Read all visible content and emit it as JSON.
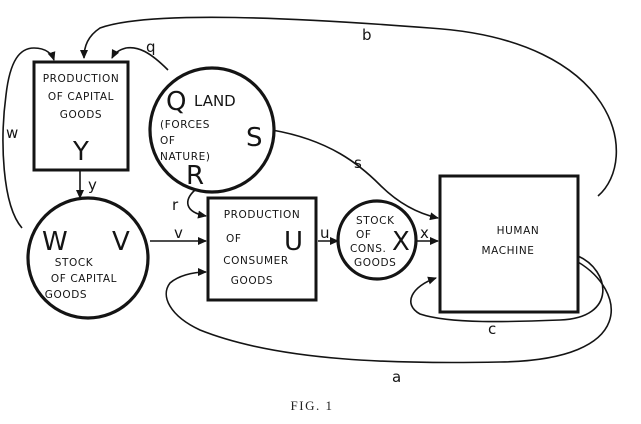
{
  "nodes": {
    "capital_production": {
      "line1": "PRODUCTION",
      "line2": "OF CAPITAL",
      "line3": "GOODS",
      "letter": "Y"
    },
    "land": {
      "letter_q": "Q",
      "title": "LAND",
      "line1": "(FORCES",
      "line2": "OF",
      "line3": "NATURE)",
      "letter_s": "S",
      "letter_r": "R"
    },
    "capital_stock": {
      "letter_w": "W",
      "letter_v": "V",
      "line1": "STOCK",
      "line2": "OF CAPITAL",
      "line3": "GOODS"
    },
    "consumer_production": {
      "line1": "PRODUCTION",
      "line2": "OF",
      "line3": "CONSUMER",
      "line4": "GOODS",
      "letter": "U"
    },
    "consumer_stock": {
      "line1": "STOCK",
      "line2": "OF",
      "line3": "CONS.",
      "line4": "GOODS",
      "letter": "X"
    },
    "human_machine": {
      "line1": "HUMAN",
      "line2": "MACHINE"
    }
  },
  "flows": {
    "a": "a",
    "b": "b",
    "c": "c",
    "q": "q",
    "r": "r",
    "s": "s",
    "u": "u",
    "v": "v",
    "w": "w",
    "x": "x",
    "y": "y"
  },
  "caption": "FIG. 1"
}
